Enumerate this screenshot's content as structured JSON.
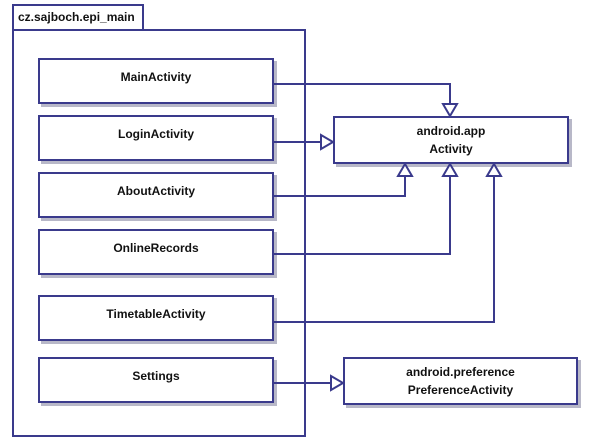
{
  "package": {
    "name": "cz.sajboch.epi_main"
  },
  "classes": {
    "main": "MainActivity",
    "login": "LoginActivity",
    "about": "AboutActivity",
    "online": "OnlineRecords",
    "timetable": "TimetableActivity",
    "settings": "Settings"
  },
  "external": {
    "activity": {
      "package": "android.app",
      "name": "Activity"
    },
    "preference": {
      "package": "android.preference",
      "name": "PreferenceActivity"
    }
  },
  "colors": {
    "border": "#3a3a8c",
    "shadow": "#b8b8c8"
  }
}
